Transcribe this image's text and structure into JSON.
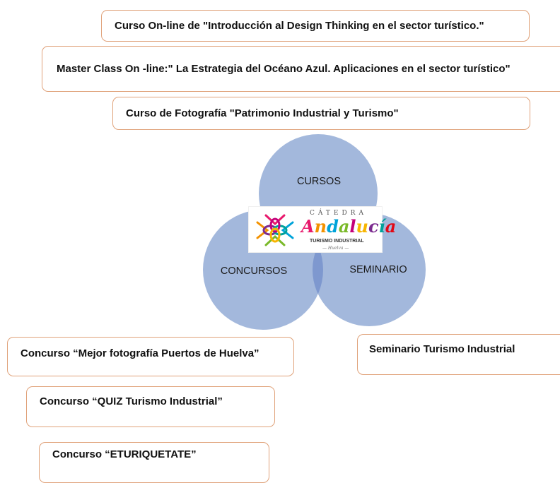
{
  "cursos": {
    "items": [
      "Curso On-line de \"Introducción al Design Thinking en el sector turístico.\"",
      "Master Class On -line:\" La Estrategia del Océano Azul. Aplicaciones en el sector turístico\"",
      "Curso de Fotografía \"Patrimonio Industrial y Turismo\""
    ]
  },
  "venn": {
    "top_label": "CURSOS",
    "left_label": "CONCURSOS",
    "right_label": "SEMINARIO",
    "circle_color": "#a3b8dc",
    "overlap_color": "#7e98cf"
  },
  "logo": {
    "catedra": "CÁTEDRA",
    "word": "Andalucía",
    "subtitle": "TURISMO INDUSTRIAL",
    "city": "— Huelva —",
    "letter_colors": [
      "#e8196c",
      "#f39200",
      "#00a3d9",
      "#7ab929",
      "#c4007a",
      "#f7b500",
      "#7b2a8f",
      "#00a19a",
      "#e30613"
    ]
  },
  "concursos": {
    "items": [
      "Concurso “Mejor fotografía Puertos de Huelva”",
      "Concurso “QUIZ Turismo Industrial”",
      "Concurso “ETURIQUETATE”"
    ]
  },
  "seminario": {
    "items": [
      "Seminario Turismo Industrial"
    ]
  }
}
